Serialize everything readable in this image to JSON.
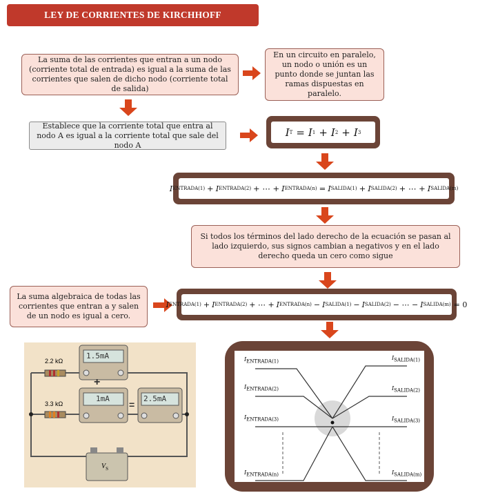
{
  "title": "LEY DE CORRIENTES DE KIRCHHOFF",
  "box_sum": "La suma de las corrientes que entran a un nodo (corriente total de entrada) es igual a la suma de las corrientes que salen de dicho nodo (corriente total de salida)",
  "box_parallel": "En un circuito en paralelo, un nodo o unión es un punto donde se juntan las ramas dispuestas en paralelo.",
  "box_node_a": "Establece que la corriente total que entra al nodo A es igual a la corriente total que sale del nodo A",
  "box_move": "Si todos los términos del lado derecho de la ecuación se pasan al lado izquierdo, sus signos cambian a negativos y en el lado derecho queda un cero como sigue",
  "box_algebraic": "La suma algebraica de todas las corrientes que entran a y salen de un nodo es igual a cero.",
  "eq1": {
    "IT": "I",
    "T": "T",
    "I1": "I",
    "n1": "1",
    "I2": "I",
    "n2": "2",
    "I3": "I",
    "n3": "3",
    "eq": "=",
    "plus": "+"
  },
  "eq_in": [
    "ENTRADA(1)",
    "ENTRADA(2)",
    "ENTRADA(n)"
  ],
  "eq_out": [
    "SALIDA(1)",
    "SALIDA(2)",
    "SALIDA(m)"
  ],
  "eq_dots": "+ ⋯ +",
  "eq_zero": "= 0",
  "circuit": {
    "r1": "2.2 kΩ",
    "r2": "3.3 kΩ",
    "m1": "1.5mA",
    "m2": "1mA",
    "m3": "2.5mA",
    "plus": "+",
    "equals": "=",
    "vs": "V",
    "vs_sub": "S"
  },
  "node_diagram": {
    "inputs": [
      "ENTRADA(1)",
      "ENTRADA(2)",
      "ENTRADA(3)",
      "ENTRADA(n)"
    ],
    "outputs": [
      "SALIDA(1)",
      "SALIDA(2)",
      "SALIDA(3)",
      "SALIDA(m)"
    ],
    "I": "I"
  },
  "colors": {
    "title_bg": "#c0392b",
    "arrow": "#d9461c",
    "eq_frame": "#6b4437",
    "pink": "#fbe1da",
    "panel": "#f2e2c8"
  }
}
